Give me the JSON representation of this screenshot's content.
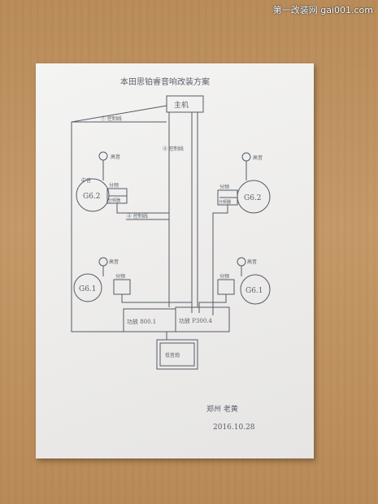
{
  "watermark": "第一改装网 gai001.com",
  "diagram": {
    "title": "本田思铂睿音响改装方案",
    "head_unit": "主机",
    "wire_control_1": "① 控制线",
    "wire_control_2": "④ 控制线",
    "wire_control_3": "④ 控制线",
    "tweeter": "高音",
    "midwoofer_top_left": "G6.2",
    "midwoofer_top_right": "G6.2",
    "midwoofer_bottom_left": "G6.1",
    "midwoofer_bottom_right": "G6.1",
    "front_left_mid": "中音",
    "crossover_label": "分频",
    "crossover_box": "分频器",
    "amp_left": "功放 800.1",
    "amp_right": "功放 P300.4",
    "sub_box": "低音炮",
    "signature": "郑州 老黄",
    "date": "2016.10.28"
  }
}
